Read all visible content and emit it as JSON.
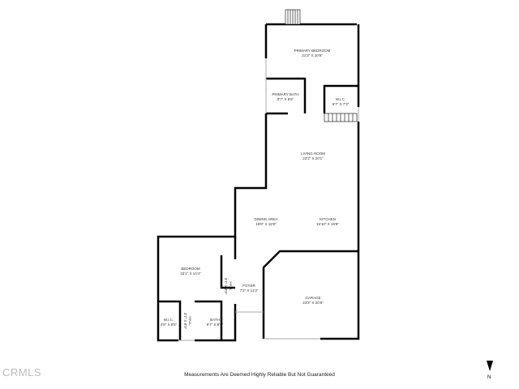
{
  "rooms": [
    {
      "name": "PRIMARY BEDROOM",
      "dims": "21'3\" X 20'9\""
    },
    {
      "name": "PRIMARY BATH",
      "dims": "9'7\" X 8'5\""
    },
    {
      "name": "W.I.C.",
      "dims": "6'7\" X 7'3\""
    },
    {
      "name": "LIVING ROOM",
      "dims": "23'3\" X 20'1\""
    },
    {
      "name": "DINING AREA",
      "dims": "18'8\" X 18'8\""
    },
    {
      "name": "KITCHEN",
      "dims": "15'10\" X 15'8\""
    },
    {
      "name": "BEDROOM",
      "dims": "15'1\" X 14'4\""
    },
    {
      "name": "FOYER",
      "dims": "7'2\" X 11'3\""
    },
    {
      "name": "HALL",
      "dims": "3'7\" X 8'9\""
    },
    {
      "name": "W.I.C.",
      "dims": "4'9\" X 8'5\""
    },
    {
      "name": "HALL",
      "dims": "3'7\" X 8'9\""
    },
    {
      "name": "BATH",
      "dims": "9'7\" X 8'5\""
    },
    {
      "name": "GARAGE",
      "dims": "23'3\" X 20'8\""
    }
  ],
  "footer": "Measurements Are Deemed Highly Reliable But Not Guaranteed",
  "logo": "CRMLS",
  "compass": "N"
}
